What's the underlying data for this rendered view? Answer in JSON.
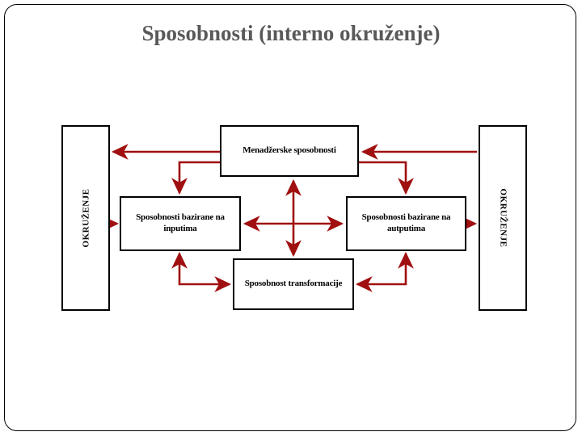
{
  "slide": {
    "title": "Sposobnosti (interno okruženje)",
    "title_color": "#595959",
    "frame_color": "#000000",
    "background": "#ffffff"
  },
  "diagram": {
    "arrow_color": "#A01010",
    "node_border_color": "#000000",
    "nodes": {
      "managerial": "Menadžerske sposobnosti",
      "input": "Sposobnosti bazirane na inputima",
      "transform": "Sposobnost transformacije",
      "output": "Sposobnosti bazirane na autputima"
    },
    "environment": {
      "left_label": "OKRUŽENJE",
      "right_label": "OKRUŽENJE"
    },
    "connections": [
      {
        "from": "managerial",
        "to": "environment-left",
        "type": "single"
      },
      {
        "from": "environment-right",
        "to": "managerial",
        "type": "single"
      },
      {
        "from": "managerial",
        "to": "input",
        "type": "single"
      },
      {
        "from": "managerial",
        "to": "output",
        "type": "single"
      },
      {
        "from": "managerial",
        "to": "transform",
        "type": "double"
      },
      {
        "from": "input",
        "to": "output",
        "type": "double"
      },
      {
        "from": "input",
        "to": "transform",
        "type": "double"
      },
      {
        "from": "transform",
        "to": "output",
        "type": "double"
      },
      {
        "from": "environment-left",
        "to": "input",
        "type": "single"
      },
      {
        "from": "output",
        "to": "environment-right",
        "type": "single"
      }
    ]
  }
}
